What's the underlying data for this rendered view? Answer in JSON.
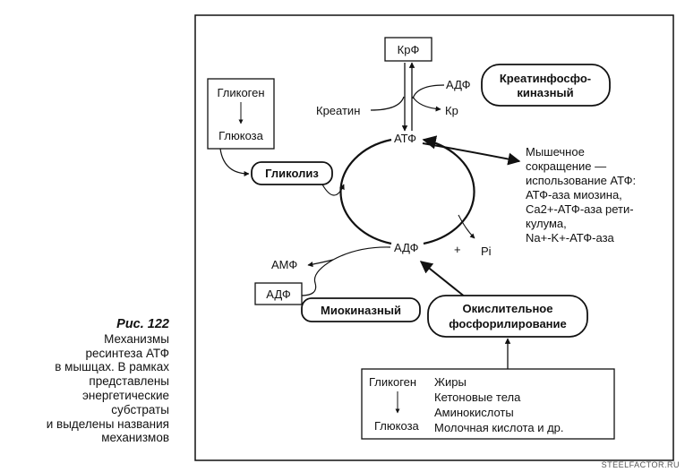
{
  "caption": {
    "label": "Рис. 122",
    "lines": [
      "Механизмы",
      "ресинтеза АТФ",
      "в мышцах. В рамках",
      "представлены",
      "энергетические",
      "субстраты",
      "и выделены названия",
      "механизмов"
    ]
  },
  "diagram": {
    "krf": "КрФ",
    "adf_top": "АДФ",
    "kreatin": "Креатин",
    "kr": "Кр",
    "creatine_kinase": [
      "Креатинфосфо-",
      "киназный"
    ],
    "atf": "АТФ",
    "glycogen_box": {
      "top": "Гликоген",
      "bottom": "Глюкоза"
    },
    "glycolysis": "Гликолиз",
    "muscle_text": [
      "Мышечное",
      "сокращение —",
      "использование АТФ:",
      "АТФ-аза миозина,",
      "Ca2+-АТФ-аза рети-",
      "кулума,",
      "Na+-K+-АТФ-аза"
    ],
    "adf_center": "АДФ",
    "plus": "+",
    "pi": "Pi",
    "amf": "АМФ",
    "adf_box": "АДФ",
    "myokinase": "Миокиназный",
    "oxidative": [
      "Окислительное",
      "фосфорилирование"
    ],
    "substrates_box": {
      "left_top": "Гликоген",
      "left_bottom": "Глюкоза",
      "right": [
        "Жиры",
        "Кетоновые тела",
        "Аминокислоты",
        "Молочная кислота и др."
      ]
    }
  },
  "watermark": "STEELFACTOR.RU"
}
